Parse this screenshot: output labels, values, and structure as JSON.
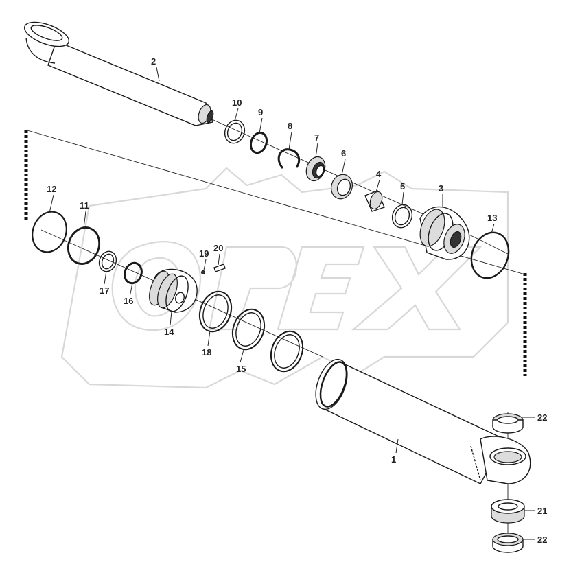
{
  "watermark": "OPEX",
  "callouts": [
    {
      "id": "1",
      "text": "1"
    },
    {
      "id": "2",
      "text": "2"
    },
    {
      "id": "3",
      "text": "3"
    },
    {
      "id": "4",
      "text": "4"
    },
    {
      "id": "5",
      "text": "5"
    },
    {
      "id": "6",
      "text": "6"
    },
    {
      "id": "7",
      "text": "7"
    },
    {
      "id": "8",
      "text": "8"
    },
    {
      "id": "9",
      "text": "9"
    },
    {
      "id": "10",
      "text": "10"
    },
    {
      "id": "11",
      "text": "11"
    },
    {
      "id": "12",
      "text": "12"
    },
    {
      "id": "13",
      "text": "13"
    },
    {
      "id": "14",
      "text": "14"
    },
    {
      "id": "15",
      "text": "15"
    },
    {
      "id": "16",
      "text": "16"
    },
    {
      "id": "17",
      "text": "17"
    },
    {
      "id": "18",
      "text": "18"
    },
    {
      "id": "19",
      "text": "19"
    },
    {
      "id": "20",
      "text": "20"
    },
    {
      "id": "21",
      "text": "21"
    },
    {
      "id": "22a",
      "text": "22"
    },
    {
      "id": "22b",
      "text": "22"
    }
  ]
}
